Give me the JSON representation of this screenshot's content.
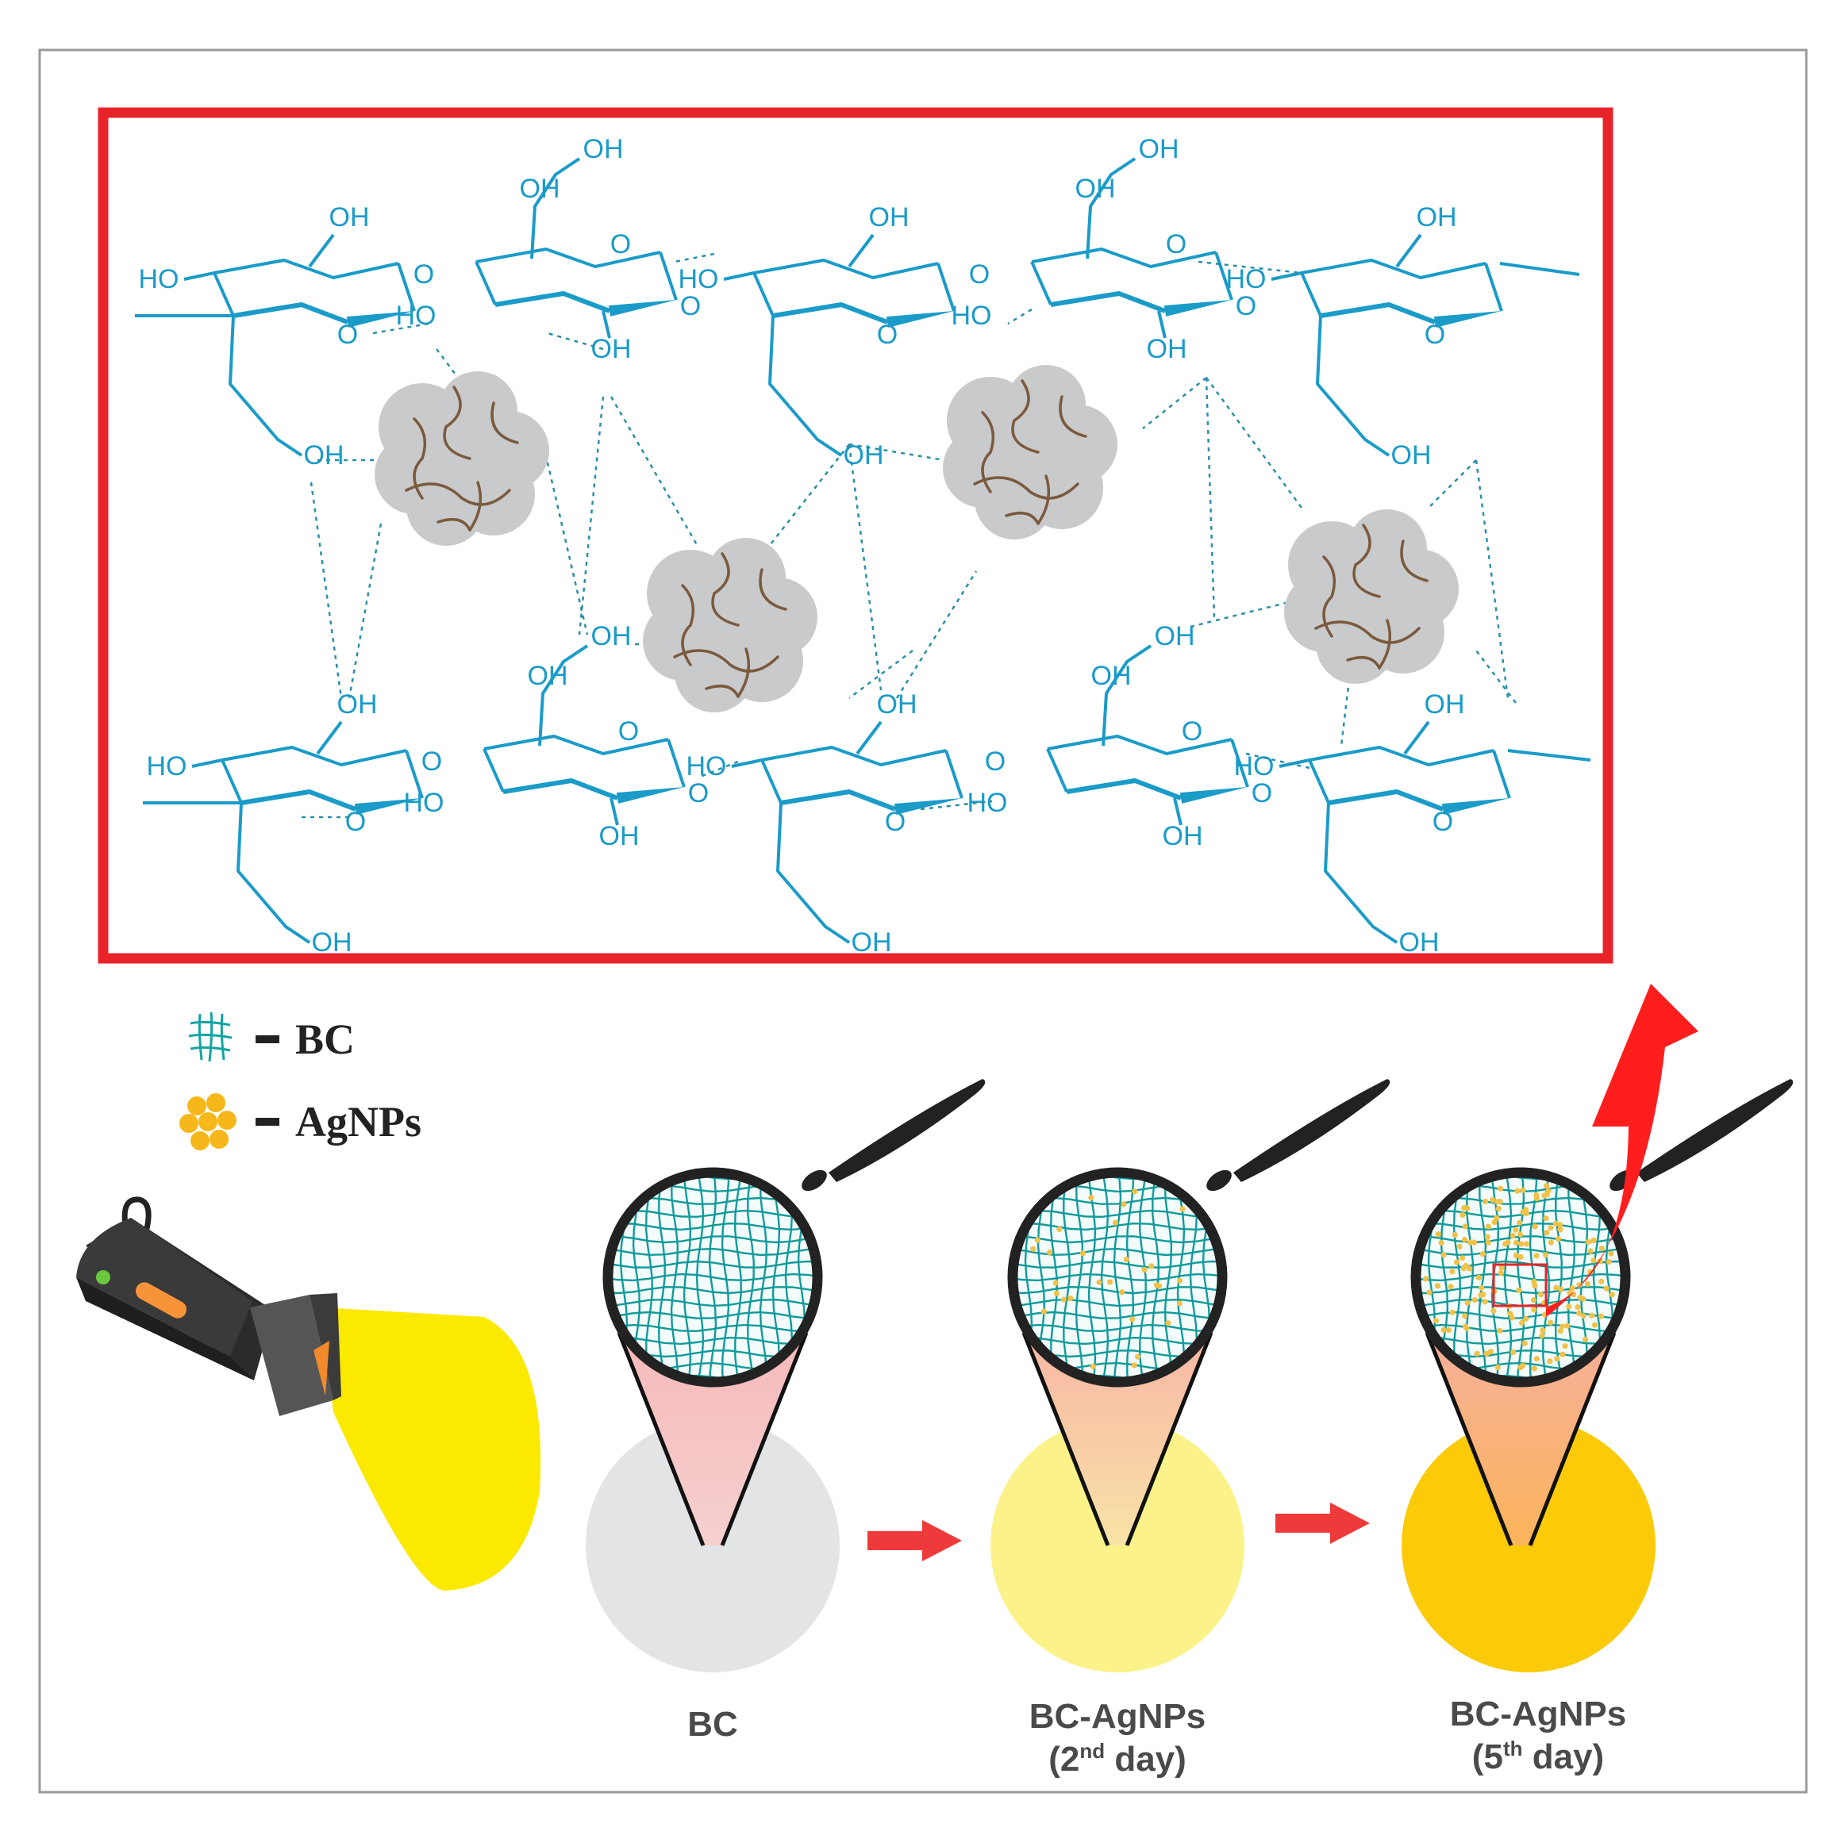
{
  "molecule": {
    "hydroxyl": "OH",
    "hydroxyl_left": "HO",
    "oxygen": "O",
    "colors": {
      "chain": "#1b9bc8",
      "nanoparticle": "#c9cacb",
      "nanoparticle_cracks": "#7a5a3e",
      "frame": "#e8232a"
    }
  },
  "legend": {
    "bc": {
      "label": "BC",
      "icon": "mesh-icon",
      "color": "#14a3a3"
    },
    "agnps": {
      "label": "AgNPs",
      "icon": "particle-cluster-icon",
      "color": "#f5b71a"
    }
  },
  "samples": [
    {
      "name": "BC",
      "suffix": "",
      "day": "",
      "disc_color": "#e3e4e5"
    },
    {
      "name": "BC-AgNPs",
      "suffix": "nd",
      "day": "2",
      "day_label": "day",
      "disc_color": "#fbf38a"
    },
    {
      "name": "BC-AgNPs",
      "suffix": "th",
      "day": "5",
      "day_label": "day",
      "disc_color": "#fbcb0a"
    }
  ],
  "colors": {
    "arrow": "#ee3a3a",
    "flashlight_beam": "#fbe900",
    "magnifier": "#222222",
    "mesh": "#119a9a",
    "particles": "#f0c24a"
  }
}
